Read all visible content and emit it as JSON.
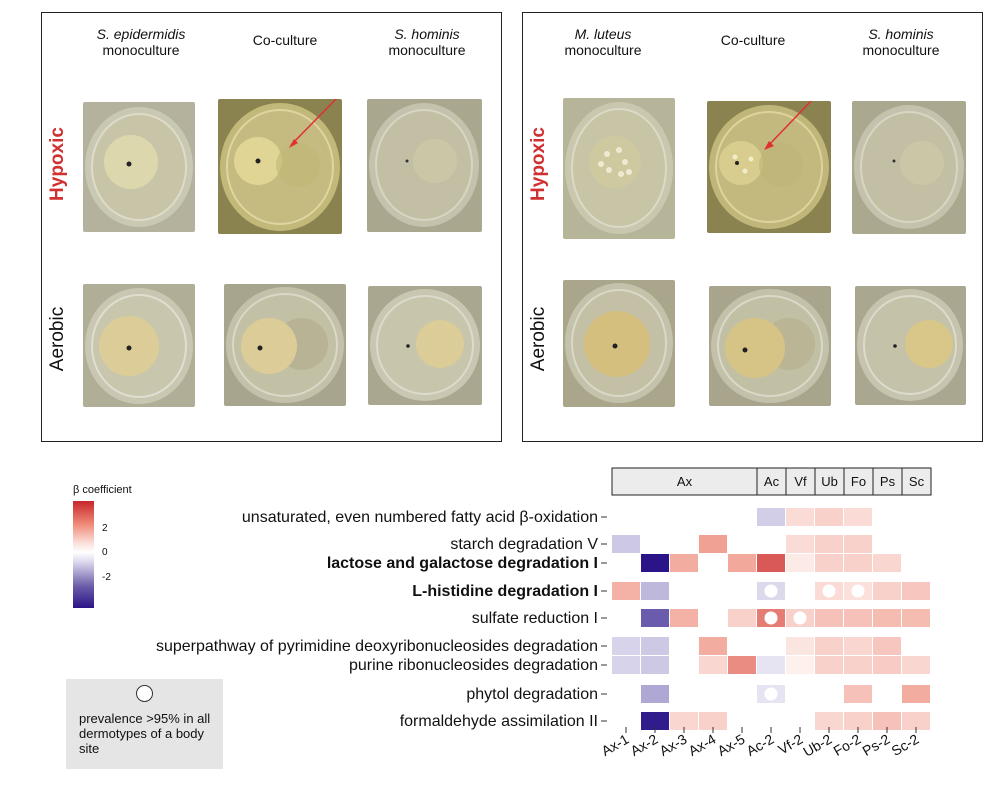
{
  "panel_left": {
    "columns": [
      {
        "species": "S. epidermidis",
        "suffix": "monoculture"
      },
      {
        "species": "",
        "suffix": "Co-culture"
      },
      {
        "species": "S. hominis",
        "suffix": "monoculture"
      }
    ],
    "rows": [
      "Hypoxic",
      "Aerobic"
    ]
  },
  "panel_right": {
    "columns": [
      {
        "species": "M. luteus",
        "suffix": "monoculture"
      },
      {
        "species": "",
        "suffix": "Co-culture"
      },
      {
        "species": "S. hominis",
        "suffix": "monoculture"
      }
    ],
    "rows": [
      "Hypoxic",
      "Aerobic"
    ]
  },
  "legend": {
    "title": "β coefficient",
    "ticks": [
      "2",
      "0",
      "-2"
    ]
  },
  "prevalence_note": "prevalence >95% in all dermotypes of a body site",
  "colors": {
    "hypoxic_label": "#d03030",
    "arrow": "#e03030"
  },
  "chart_data": {
    "type": "heatmap",
    "groups": [
      {
        "label": "Ax",
        "span": 5
      },
      {
        "label": "Ac",
        "span": 1
      },
      {
        "label": "Vf",
        "span": 1
      },
      {
        "label": "Ub",
        "span": 1
      },
      {
        "label": "Fo",
        "span": 1
      },
      {
        "label": "Ps",
        "span": 1
      },
      {
        "label": "Sc",
        "span": 1
      }
    ],
    "columns": [
      "Ax-1",
      "Ax-2",
      "Ax-3",
      "Ax-4",
      "Ax-5",
      "Ac-2",
      "Vf-2",
      "Ub-2",
      "Fo-2",
      "Ps-2",
      "Sc-2"
    ],
    "rows": [
      {
        "label": "unsaturated, even numbered fatty acid β-oxidation",
        "bold": false,
        "values": [
          null,
          null,
          null,
          null,
          null,
          -0.9,
          0.7,
          0.9,
          0.7,
          null,
          null
        ]
      },
      {
        "label": "starch degradation V",
        "bold": false,
        "values": [
          -1.0,
          null,
          null,
          1.8,
          null,
          null,
          0.7,
          0.9,
          0.9,
          null,
          null
        ]
      },
      {
        "label": "lactose and galactose degradation I",
        "bold": true,
        "values": [
          null,
          -3.5,
          1.6,
          null,
          1.7,
          2.8,
          0.4,
          0.9,
          0.9,
          0.8,
          null
        ]
      },
      {
        "label": "L-histidine degradation I",
        "bold": true,
        "values": [
          1.5,
          -1.3,
          null,
          null,
          null,
          -0.7,
          null,
          0.7,
          0.6,
          0.9,
          1.1
        ]
      },
      {
        "label": "sulfate reduction I",
        "bold": false,
        "values": [
          null,
          -2.6,
          1.5,
          null,
          0.9,
          2.3,
          0.9,
          1.2,
          1.2,
          1.3,
          1.3
        ]
      },
      {
        "label": "superpathway of pyrimidine deoxyribonucleosides degradation",
        "bold": false,
        "values": [
          -0.8,
          -1.0,
          null,
          1.6,
          null,
          null,
          0.5,
          0.9,
          0.8,
          1.1,
          null
        ]
      },
      {
        "label": "purine ribonucleosides degradation",
        "bold": false,
        "values": [
          -0.8,
          -1.0,
          null,
          0.8,
          2.1,
          -0.5,
          0.3,
          0.9,
          0.9,
          1.0,
          0.8
        ]
      },
      {
        "label": "phytol degradation",
        "bold": false,
        "values": [
          null,
          -1.6,
          null,
          null,
          null,
          -0.5,
          null,
          null,
          1.2,
          null,
          1.6
        ]
      },
      {
        "label": "formaldehyde assimilation II",
        "bold": false,
        "values": [
          null,
          -3.4,
          0.8,
          0.9,
          null,
          null,
          null,
          0.8,
          0.9,
          1.2,
          0.9
        ]
      }
    ],
    "prevalence_markers": [
      {
        "row": "L-histidine degradation I",
        "column": "Ac-2"
      },
      {
        "row": "L-histidine degradation I",
        "column": "Ub-2"
      },
      {
        "row": "L-histidine degradation I",
        "column": "Fo-2"
      },
      {
        "row": "sulfate reduction I",
        "column": "Ac-2"
      },
      {
        "row": "sulfate reduction I",
        "column": "Vf-2"
      },
      {
        "row": "phytol degradation",
        "column": "Ac-2"
      }
    ],
    "scale": {
      "min": -3.5,
      "max": 3.5
    }
  }
}
